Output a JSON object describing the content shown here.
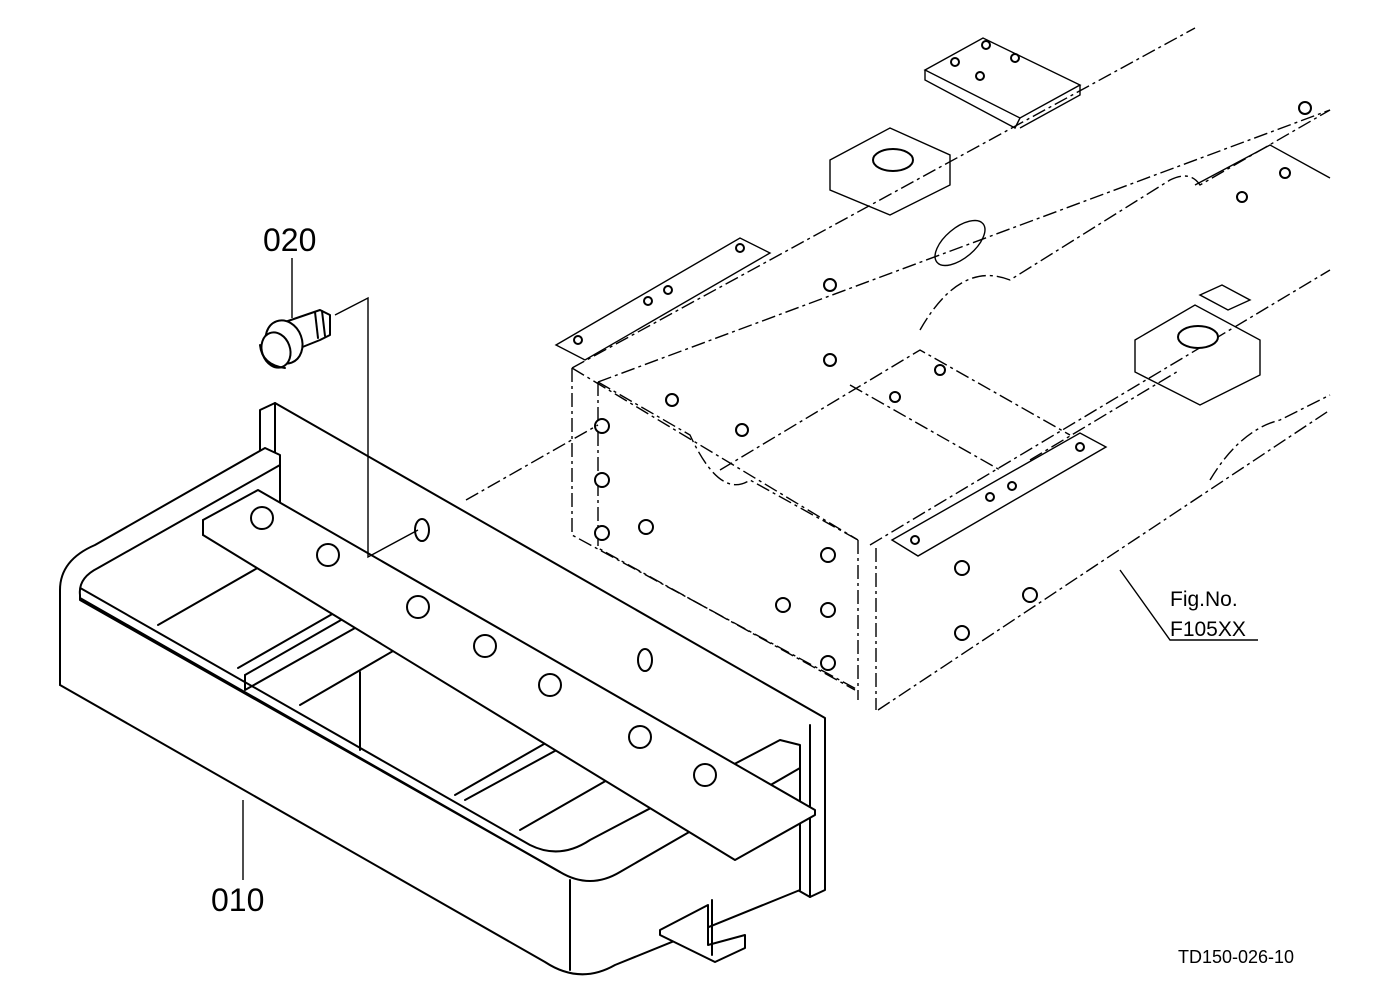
{
  "diagram": {
    "drawing_number": "TD150-026-10",
    "parts": [
      {
        "id": "part-010",
        "number": "010"
      },
      {
        "id": "part-020",
        "number": "020"
      }
    ],
    "reference": {
      "line1": "Fig.No.",
      "line2": "F105XX"
    }
  }
}
